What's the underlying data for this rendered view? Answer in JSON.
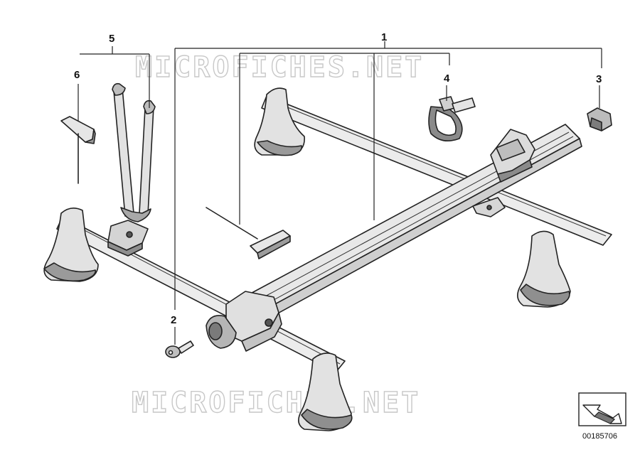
{
  "callouts": [
    {
      "number": "1"
    },
    {
      "number": "2"
    },
    {
      "number": "3"
    },
    {
      "number": "4"
    },
    {
      "number": "5"
    },
    {
      "number": "6"
    }
  ],
  "watermark": "MICROFICHES.NET",
  "document_number": "00185706",
  "icons": {
    "direction_arrow": "arrow-icon"
  }
}
